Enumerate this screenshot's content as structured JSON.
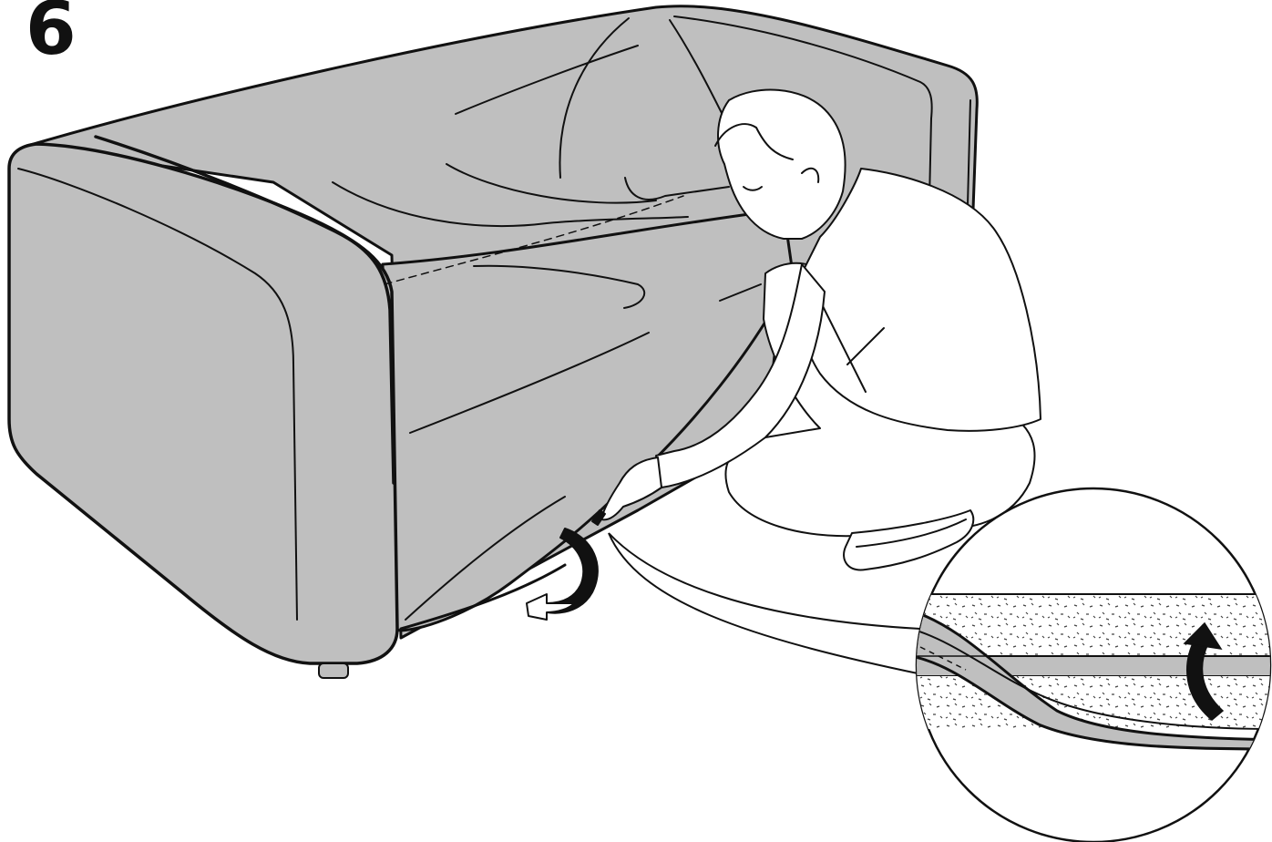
{
  "step": {
    "number": "6"
  },
  "illustration": {
    "main": "sofa-cover-fitting",
    "detail": "cover-edge-tuck-detail"
  },
  "colors": {
    "ink": "#111111",
    "cover_fill": "#bfbfbf",
    "paper": "#ffffff",
    "foam_dots": "#444444"
  }
}
